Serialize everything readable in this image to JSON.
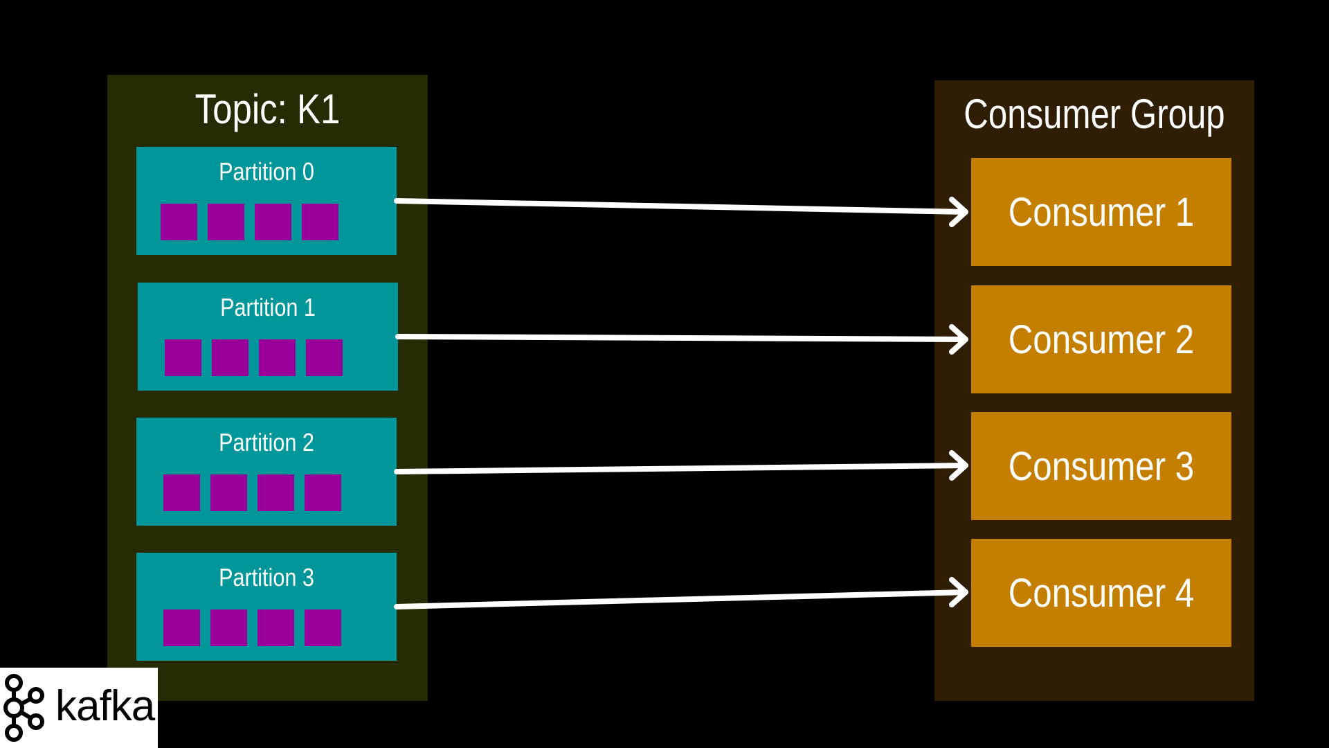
{
  "colors": {
    "background": "#000000",
    "topic_panel": "#272b04",
    "group_panel": "#2f1e04",
    "partition": "#00969a",
    "message": "#990099",
    "consumer": "#c47e00",
    "arrow": "#ffffff"
  },
  "topic": {
    "title": "Topic: K1",
    "partitions": [
      {
        "label": "Partition 0",
        "message_count": 4
      },
      {
        "label": "Partition 1",
        "message_count": 4
      },
      {
        "label": "Partition 2",
        "message_count": 4
      },
      {
        "label": "Partition 3",
        "message_count": 4
      }
    ]
  },
  "consumer_group": {
    "title": "Consumer Group",
    "consumers": [
      {
        "label": "Consumer 1"
      },
      {
        "label": "Consumer 2"
      },
      {
        "label": "Consumer 3"
      },
      {
        "label": "Consumer 4"
      }
    ]
  },
  "connections": [
    {
      "from": "Partition 0",
      "to": "Consumer 1"
    },
    {
      "from": "Partition 1",
      "to": "Consumer 2"
    },
    {
      "from": "Partition 2",
      "to": "Consumer 3"
    },
    {
      "from": "Partition 3",
      "to": "Consumer 4"
    }
  ],
  "logo": {
    "text": "kafka",
    "icon": "kafka-icon"
  }
}
